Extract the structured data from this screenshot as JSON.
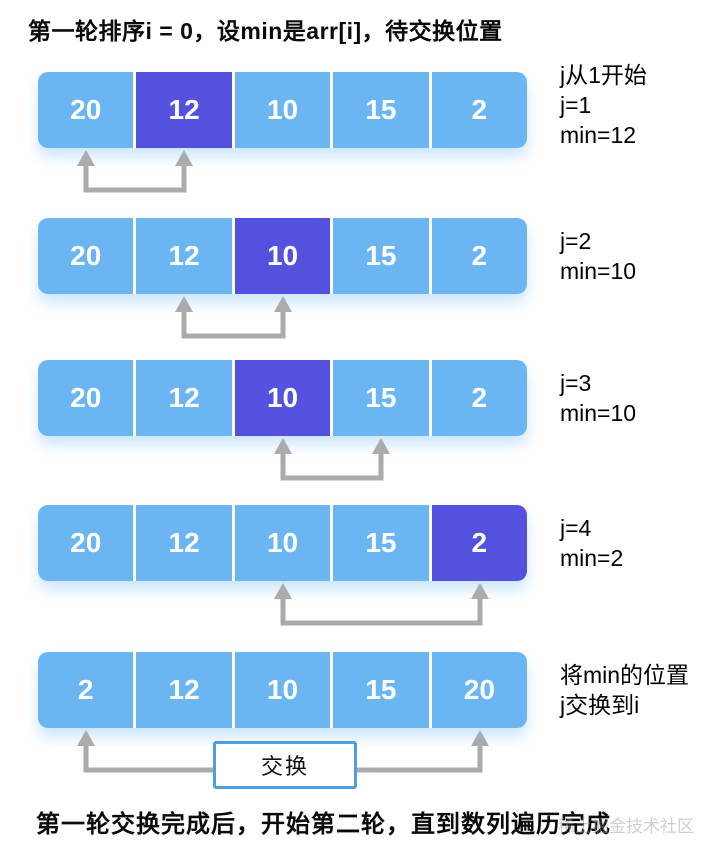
{
  "title": "第一轮排序i = 0，设min是arr[i]，待交换位置",
  "footer": "第一轮交换完成后，开始第二轮，直到数列遍历完成",
  "watermark": "稀土掘金技术社区",
  "swap_label": "交换",
  "colors": {
    "cell_blue": "#6ab5f2",
    "highlight_indigo": "#5451de",
    "arrow_gray": "#ababab",
    "swap_border_blue": "#4d9ee3"
  },
  "steps": [
    {
      "values": [
        "20",
        "12",
        "10",
        "15",
        "2"
      ],
      "highlight_index": 1,
      "arrow_between": [
        0,
        1
      ],
      "notes": [
        "j从1开始",
        "j=1",
        "min=12"
      ]
    },
    {
      "values": [
        "20",
        "12",
        "10",
        "15",
        "2"
      ],
      "highlight_index": 2,
      "arrow_between": [
        1,
        2
      ],
      "notes": [
        "j=2",
        "min=10"
      ]
    },
    {
      "values": [
        "20",
        "12",
        "10",
        "15",
        "2"
      ],
      "highlight_index": 2,
      "arrow_between": [
        2,
        3
      ],
      "notes": [
        "j=3",
        "min=10"
      ]
    },
    {
      "values": [
        "20",
        "12",
        "10",
        "15",
        "2"
      ],
      "highlight_index": 4,
      "arrow_between": [
        2,
        4
      ],
      "notes": [
        "j=4",
        "min=2"
      ]
    },
    {
      "values": [
        "2",
        "12",
        "10",
        "15",
        "20"
      ],
      "highlight_index": null,
      "arrow_between": [
        0,
        4
      ],
      "notes": [
        "将min的位置",
        "j交换到i"
      ],
      "swap": true
    }
  ]
}
